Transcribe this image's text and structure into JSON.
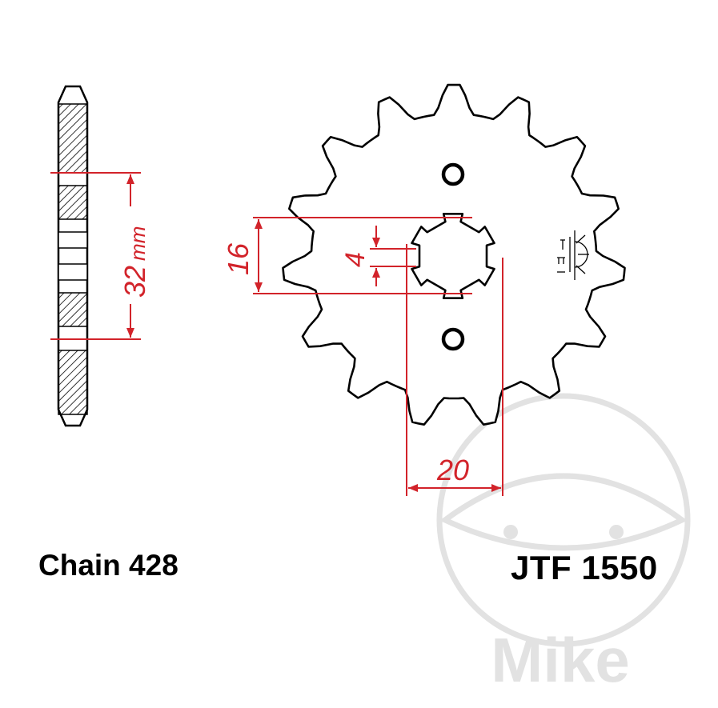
{
  "diagram": {
    "chain_label": "Chain 428",
    "part_number": "JTF 1550",
    "dimensions": {
      "pcd": "32",
      "pcd_unit": "mm",
      "spline_height": "16",
      "offset": "4",
      "spline_width": "20"
    },
    "watermark_text": "Mike",
    "colors": {
      "outline": "#000000",
      "dimension": "#d2232a",
      "watermark": "#e2e2e2"
    }
  }
}
